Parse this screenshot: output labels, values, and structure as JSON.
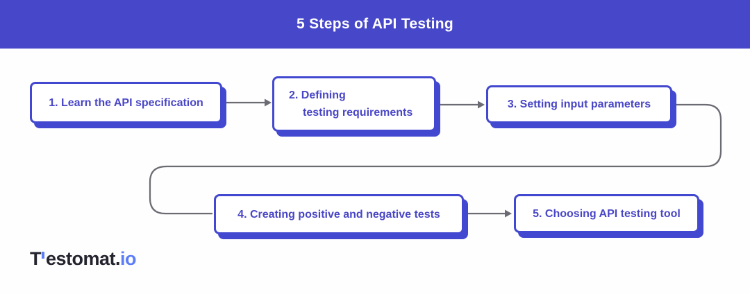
{
  "header": {
    "title": "5 Steps of API Testing"
  },
  "diagram_type": "flowchart",
  "steps": [
    {
      "id": 1,
      "lines": [
        "1. Learn the API specification"
      ]
    },
    {
      "id": 2,
      "lines": [
        "2. Defining",
        "testing requirements"
      ]
    },
    {
      "id": 3,
      "lines": [
        "3. Setting input parameters"
      ]
    },
    {
      "id": 4,
      "lines": [
        "4. Creating positive and negative tests"
      ]
    },
    {
      "id": 5,
      "lines": [
        "5. Choosing API testing tool"
      ]
    }
  ],
  "connections": [
    {
      "from": 1,
      "to": 2,
      "style": "straight-arrow"
    },
    {
      "from": 2,
      "to": 3,
      "style": "straight-arrow"
    },
    {
      "from": 3,
      "to": 4,
      "style": "s-curve-line"
    },
    {
      "from": 4,
      "to": 5,
      "style": "straight-arrow"
    }
  ],
  "logo": {
    "part1": "T",
    "part2": "estomat.",
    "part3": "io"
  },
  "colors": {
    "header_bg": "#4747c9",
    "header_text": "#ffffff",
    "box_border": "#4348d0",
    "box_shadow": "#4348d0",
    "box_text": "#4946c5",
    "box_bg": "#ffffff",
    "connector_gray": "#6b6b74",
    "logo_dark": "#24242e",
    "logo_accent": "#5b7df8",
    "background": "#fefefe"
  }
}
